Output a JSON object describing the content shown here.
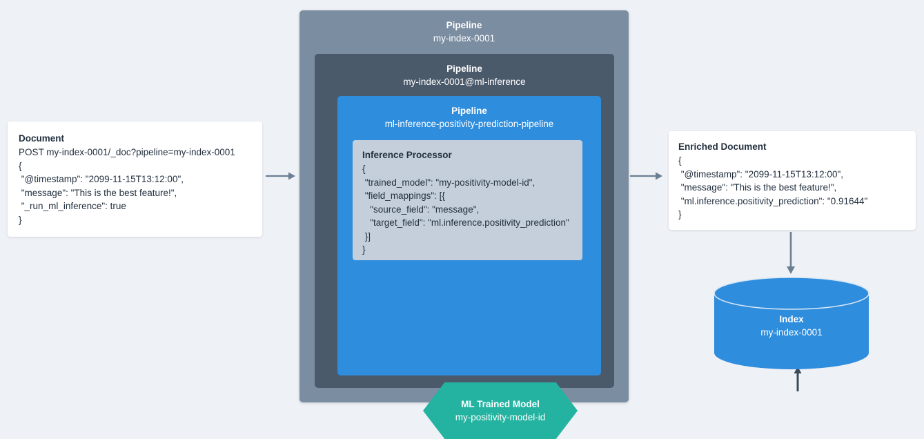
{
  "colors": {
    "background": "#eef1f5",
    "pipeline_outer": "#7b8da1",
    "pipeline_mid": "#4b5a6b",
    "pipeline_inner": "#2f8ddd",
    "processor": "#c4cfdb",
    "ml_model": "#23b3a0",
    "index": "#2f8ddd",
    "arrow": "#6b7f93",
    "arrow_dark": "#4a5a6a",
    "text_dark": "#23303f",
    "text_light": "#ffffff",
    "card": "#ffffff"
  },
  "document": {
    "title": "Document",
    "lines": [
      "POST my-index-0001/_doc?pipeline=my-index-0001",
      "{",
      " \"@timestamp\": \"2099-11-15T13:12:00\",",
      " \"message\": \"This is the best feature!\",",
      " \"_run_ml_inference\": true",
      "}"
    ]
  },
  "pipelines": {
    "outer": {
      "label": "Pipeline",
      "value": "my-index-0001"
    },
    "mid": {
      "label": "Pipeline",
      "value": "my-index-0001@ml-inference"
    },
    "inner": {
      "label": "Pipeline",
      "value": "ml-inference-positivity-prediction-pipeline"
    }
  },
  "inference_processor": {
    "title": "Inference Processor",
    "lines": [
      "{",
      " \"trained_model\": \"my-positivity-model-id\",",
      " \"field_mappings\": [{",
      "   \"source_field\": \"message\",",
      "   \"target_field\": \"ml.inference.positivity_prediction\"",
      " }]",
      "}"
    ]
  },
  "ml_model": {
    "title": "ML Trained Model",
    "value": "my-positivity-model-id"
  },
  "enriched_document": {
    "title": "Enriched Document",
    "lines": [
      "{",
      " \"@timestamp\": \"2099-11-15T13:12:00\",",
      " \"message\": \"This is the best feature!\",",
      " \"ml.inference.positivity_prediction\": \"0.91644\"",
      "}"
    ]
  },
  "index": {
    "title": "Index",
    "value": "my-index-0001"
  },
  "arrows": {
    "doc_to_pipeline": "arrow-right-icon",
    "pipeline_to_enriched": "arrow-right-icon",
    "enriched_to_index": "arrow-down-icon",
    "model_to_processor": "arrow-up-icon"
  }
}
